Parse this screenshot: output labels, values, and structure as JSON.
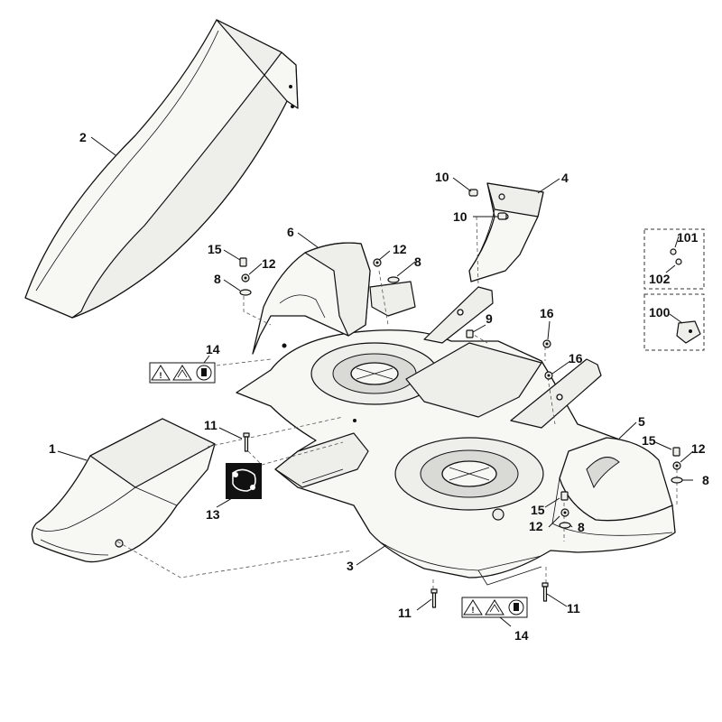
{
  "labels": {
    "p1": "1",
    "p2": "2",
    "p3": "3",
    "p4": "4",
    "p5": "5",
    "p6": "6",
    "p8a": "8",
    "p8b": "8",
    "p8c": "8",
    "p8d": "8",
    "p9": "9",
    "p10a": "10",
    "p10b": "10",
    "p11a": "11",
    "p11b": "11",
    "p11c": "11",
    "p12a": "12",
    "p12b": "12",
    "p12c": "12",
    "p12d": "12",
    "p13": "13",
    "p14a": "14",
    "p14b": "14",
    "p15a": "15",
    "p15b": "15",
    "p15c": "15",
    "p16a": "16",
    "p16b": "16",
    "p100": "100",
    "p101": "101",
    "p102": "102"
  },
  "icons": [
    "warning-triangle-icon",
    "hand-hazard-icon",
    "read-manual-icon",
    "belt-routing-icon"
  ],
  "colors": {
    "line": "#111111",
    "fill": "#f7f7f4",
    "background": "#ffffff"
  }
}
